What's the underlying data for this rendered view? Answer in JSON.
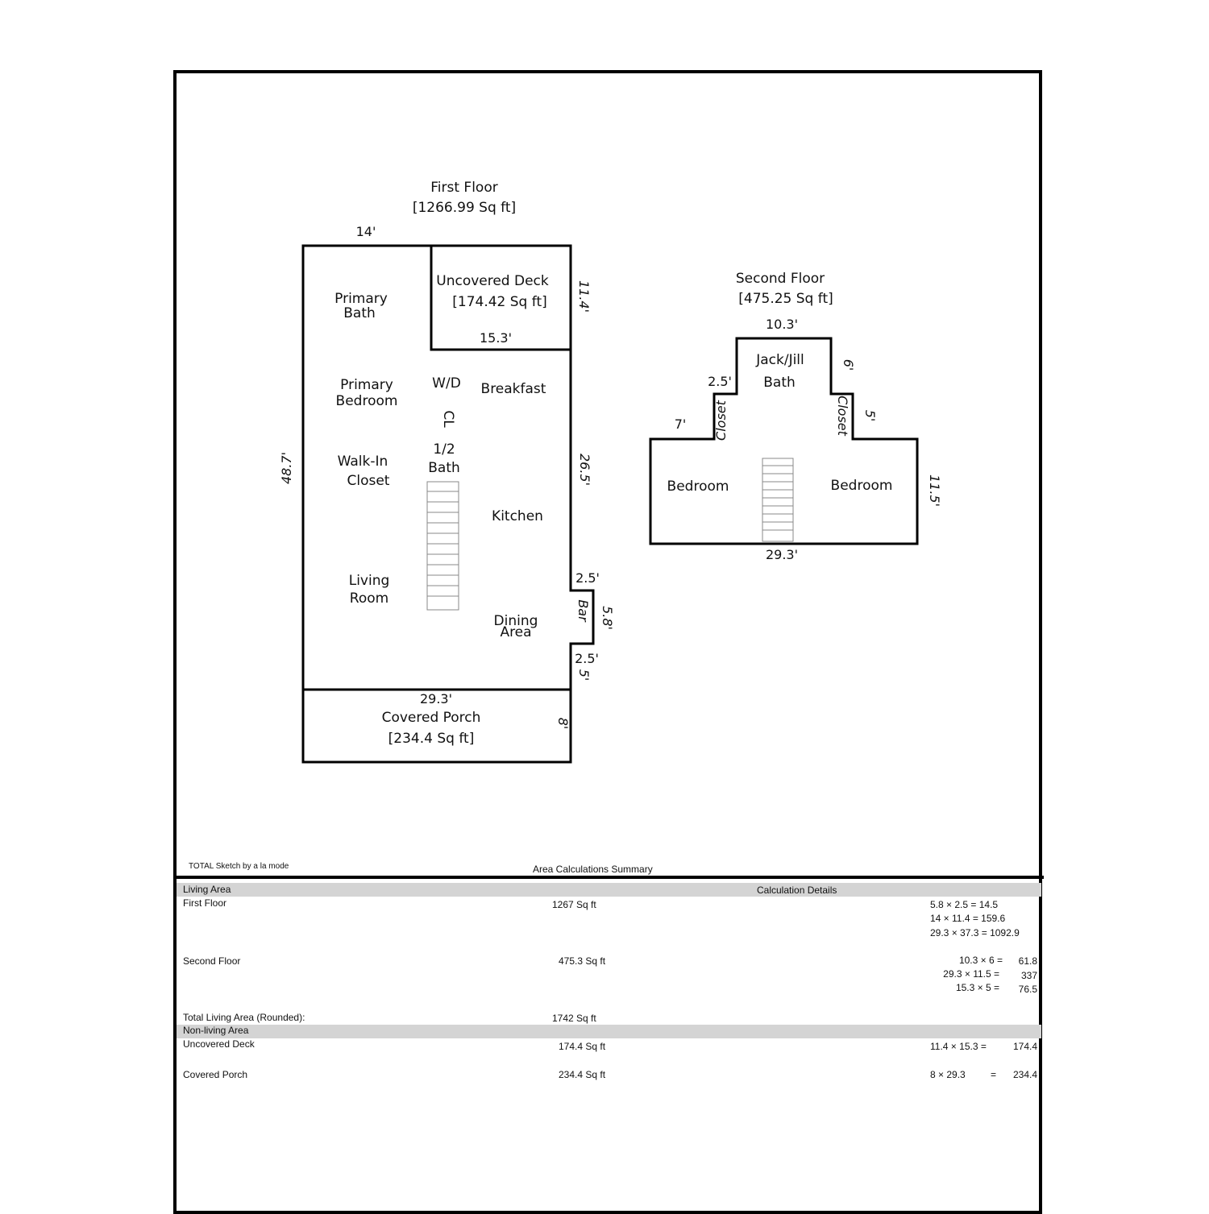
{
  "first_floor": {
    "title": "First Floor",
    "area": "[1266.99 Sq ft]",
    "rooms": {
      "primary_bath": [
        "Primary",
        "Bath"
      ],
      "primary_bedroom": [
        "Primary",
        "Bedroom"
      ],
      "walk_in_closet": [
        "Walk-In",
        "Closet"
      ],
      "living_room": [
        "Living",
        "Room"
      ],
      "wd": "W/D",
      "cl": "CL",
      "half_bath": [
        "1/2",
        "Bath"
      ],
      "breakfast": "Breakfast",
      "kitchen": "Kitchen",
      "dining": [
        "Dining",
        "Area"
      ],
      "bar": "Bar"
    },
    "deck": {
      "name": "Uncovered Deck",
      "area": "[174.42 Sq ft]"
    },
    "porch": {
      "name": "Covered Porch",
      "area": "[234.4 Sq ft]"
    },
    "dims": {
      "top": "14'",
      "left": "48.7'",
      "deck_right": "11.4'",
      "deck_bottom": "15.3'",
      "right": "26.5'",
      "bar_top": "2.5'",
      "bar_side": "5.8'",
      "bar_bottom": "2.5'",
      "lower_right": "5'",
      "bottom": "29.3'",
      "porch_side": "8'"
    }
  },
  "second_floor": {
    "title": "Second Floor",
    "area": "[475.25 Sq ft]",
    "rooms": {
      "jack_jill": [
        "Jack/Jill",
        "Bath"
      ],
      "closet_left": "Closet",
      "closet_right": "Closet",
      "bedroom_left": "Bedroom",
      "bedroom_right": "Bedroom"
    },
    "dims": {
      "top": "10.3'",
      "upper_left": "2.5'",
      "upper_right": "6'",
      "left_ledge": "7'",
      "right_step": "5'",
      "right": "11.5'",
      "bottom": "29.3'"
    }
  },
  "credit": "TOTAL Sketch by a la mode",
  "summary_title": "Area Calculations Summary",
  "table": {
    "living_header": "Living Area",
    "calc_header": "Calculation Details",
    "rows": [
      {
        "name": "First Floor",
        "area": "1267 Sq ft",
        "calcs": [
          "5.8 × 2.5 = 14.5",
          "14 × 11.4 = 159.6",
          "29.3 × 37.3 = 1092.9"
        ]
      },
      {
        "name": "Second Floor",
        "area": "475.3 Sq ft",
        "calc_exprs": [
          "10.3 × 6 =",
          "29.3 × 11.5 =",
          "15.3 × 5 ="
        ],
        "calc_vals": [
          "61.8",
          "337",
          "76.5"
        ]
      }
    ],
    "total_label": "Total Living Area (Rounded):",
    "total_value": "1742 Sq ft",
    "nonliving_header": "Non-living Area",
    "nonliving_rows": [
      {
        "name": "Uncovered Deck",
        "area": "174.4 Sq ft",
        "expr": "11.4 × 15.3 =",
        "val": "174.4"
      },
      {
        "name": "Covered Porch",
        "area": "234.4 Sq ft",
        "expr": "8 × 29.3",
        "eq": "=",
        "val": "234.4"
      }
    ]
  }
}
